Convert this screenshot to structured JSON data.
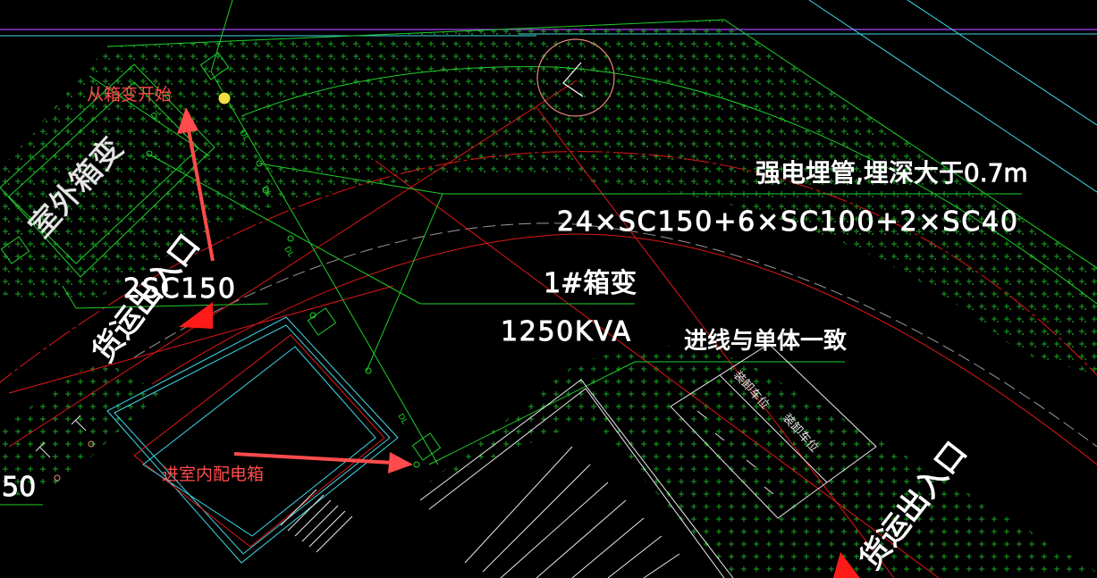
{
  "drawing": {
    "colors": {
      "background": "#000000",
      "green": "#1fcf2b",
      "red": "#e01818",
      "cyan": "#3fd7e8",
      "white": "#ffffff",
      "magenta": "#b040ff",
      "gray": "#9a9a9a",
      "annotation": "#ff4b4b",
      "hatch": "#22c22a"
    },
    "texts": {
      "outdoor_box_label": "室外箱变",
      "conduit_spec_title": "强电埋管,埋深大于0.7m",
      "conduit_spec_value": "24×SC150+6×SC100+2×SC40",
      "box_transformer_name": "1#箱变",
      "box_transformer_capacity": "1250KVA",
      "incoming_note": "进线与单体一致",
      "left_conduit_label": "2SC150",
      "cargo_entrance_left": "货运出入口",
      "cargo_entrance_right": "货运出入口",
      "parking_label_1": "装卸车位",
      "parking_label_2": "装卸车位",
      "left_edge_number": "50",
      "dl_marker": "DL"
    },
    "annotations": {
      "start_from_box": "从箱变开始",
      "to_indoor_panel": "进室内配电箱"
    }
  }
}
